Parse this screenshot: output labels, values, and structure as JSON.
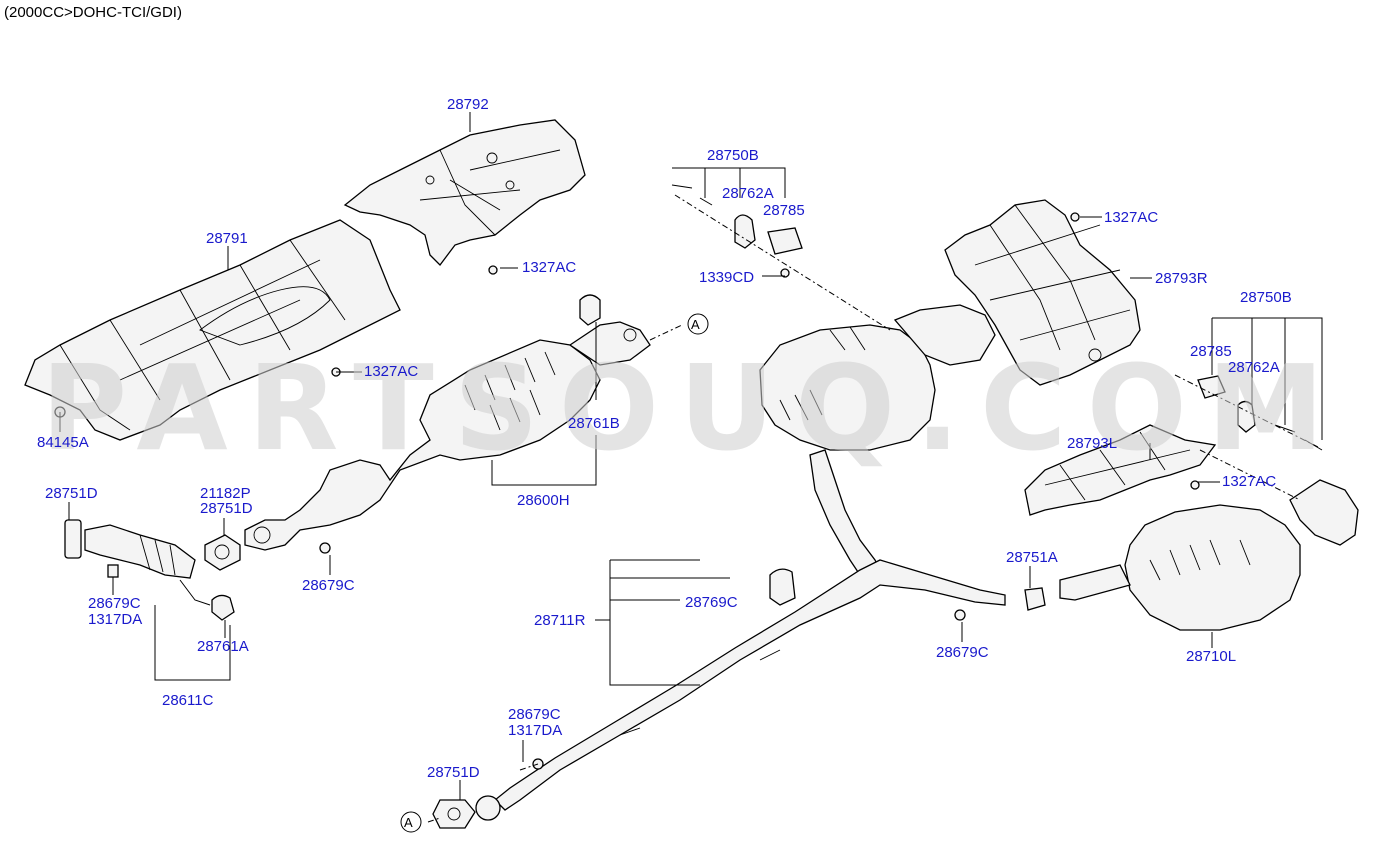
{
  "header": {
    "title": "(2000CC>DOHC-TCI/GDI)"
  },
  "watermark": {
    "text": "PARTSOUQ.COM"
  },
  "callout": {
    "ref_a": "A"
  },
  "parts": {
    "p28792": "28792",
    "p28791": "28791",
    "p1327AC_top": "1327AC",
    "p1327AC_mid": "1327AC",
    "p84145A": "84145A",
    "p28750B_top": "28750B",
    "p28762A_top": "28762A",
    "p28785_top": "28785",
    "p1339CD": "1339CD",
    "p1327AC_right": "1327AC",
    "p28793R": "28793R",
    "p28750B_right": "28750B",
    "p28785_right": "28785",
    "p28762A_right": "28762A",
    "p28793L": "28793L",
    "p1327AC_lower": "1327AC",
    "p28761B": "28761B",
    "p28600H": "28600H",
    "p28751D_left": "28751D",
    "p21182P": "21182P",
    "p28751D_mid": "28751D",
    "p28679C_left": "28679C",
    "p1317DA_left": "1317DA",
    "p28679C_mid": "28679C",
    "p28761A": "28761A",
    "p28611C": "28611C",
    "p28769C": "28769C",
    "p28711R": "28711R",
    "p28751A": "28751A",
    "p28679C_right": "28679C",
    "p28710L": "28710L",
    "p28679C_bottom": "28679C",
    "p1317DA_bottom": "1317DA",
    "p28751D_bottom": "28751D"
  },
  "colors": {
    "label": "#1a1acc",
    "line": "#000000",
    "watermark": "#cfcfcf"
  }
}
